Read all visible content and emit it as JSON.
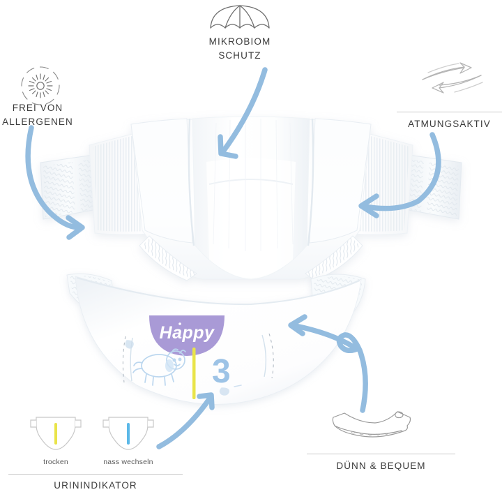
{
  "product": {
    "brand": "Happy",
    "size_number": "3",
    "brand_banner_color": "#a99ad6",
    "size_number_color": "#9dc3e6",
    "wetness_stripe_color": "#e9e44a",
    "mascot_color": "#bcd7ef"
  },
  "style": {
    "arrow_color": "#93bcdf",
    "icon_stroke": "#7f7f7f",
    "label_color": "#3b3b3b",
    "sub_label_color": "#5a5a5a",
    "rule_color": "#c9c9c9",
    "background": "#ffffff"
  },
  "features": [
    {
      "id": "allergen-free",
      "label": "FREI VON\nALLERGENEN",
      "icon": "pollen-burst-dashed-circle-icon"
    },
    {
      "id": "microbiome-protection",
      "label": "MIKROBIOM\nSCHUTZ",
      "icon": "umbrella-icon"
    },
    {
      "id": "breathable",
      "label": "ATMUNGSAKTIV",
      "icon": "airflow-arrows-icon"
    },
    {
      "id": "thin-comfortable",
      "label": "DÜNN & BEQUEM",
      "icon": "thin-diaper-profile-icon"
    },
    {
      "id": "urine-indicator",
      "label": "URININDIKATOR",
      "icon": "wetness-indicator-icon",
      "states": [
        {
          "id": "dry",
          "label": "trocken",
          "stripe_color": "#e9e44a"
        },
        {
          "id": "wet",
          "label": "nass wechseln",
          "stripe_color": "#5bb8e8"
        }
      ]
    }
  ],
  "callout_arrows": [
    {
      "id": "arrow-to-left-wing",
      "from": "allergen-free"
    },
    {
      "id": "arrow-to-top-core",
      "from": "microbiome-protection"
    },
    {
      "id": "arrow-to-right-wing",
      "from": "breathable"
    },
    {
      "id": "arrow-to-front-panel",
      "from": "thin-comfortable"
    },
    {
      "id": "arrow-to-indicator-stripe",
      "from": "urine-indicator"
    }
  ]
}
